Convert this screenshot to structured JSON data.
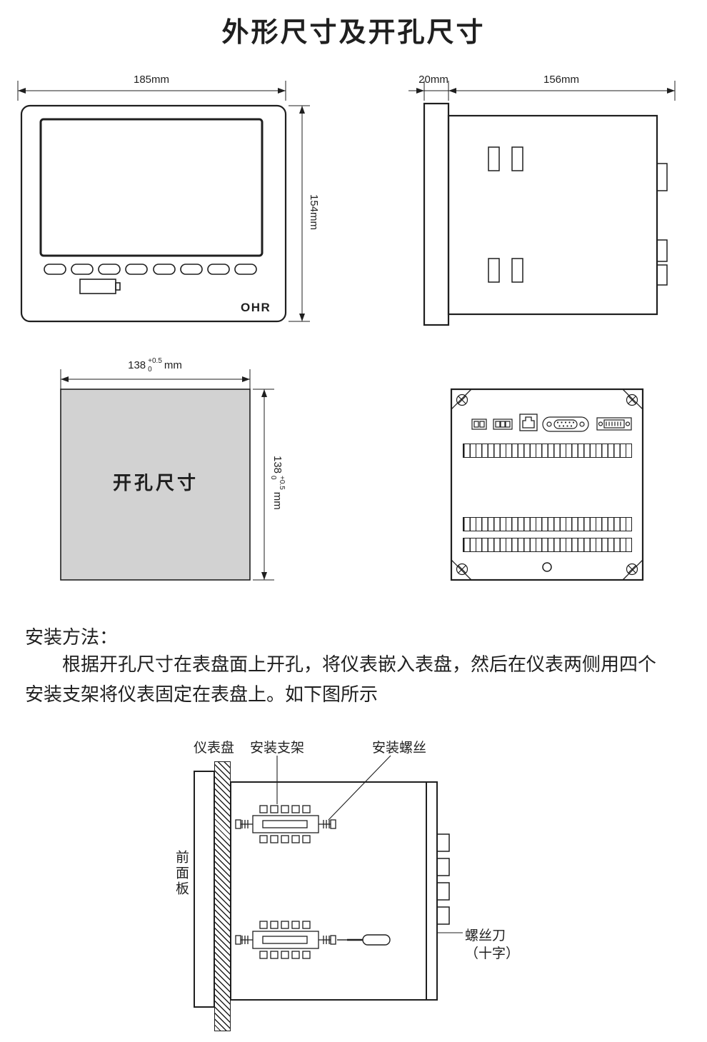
{
  "page": {
    "title": "外形尺寸及开孔尺寸"
  },
  "colors": {
    "line": "#1f1f1f",
    "cutout_fill": "#d2d2d2"
  },
  "front_view": {
    "width_dim": "185mm",
    "height_dim": "154mm",
    "logo": "OHR"
  },
  "side_view": {
    "depth_dim": "20mm",
    "width_dim": "156mm"
  },
  "cutout": {
    "label": "开孔尺寸",
    "width_value": "138",
    "height_value": "138",
    "tol_sup": "+0.5",
    "tol_sub": "0",
    "unit": "mm"
  },
  "install": {
    "heading": "安装方法：",
    "body": "根据开孔尺寸在表盘面上开孔，将仪表嵌入表盘，然后在仪表两侧用四个安装支架将仪表固定在表盘上。如下图所示"
  },
  "diagram": {
    "label_panel": "仪表盘",
    "label_bracket": "安装支架",
    "label_screw": "安装螺丝",
    "label_front_panel": "前面板",
    "label_screwdriver": "螺丝刀",
    "label_screwdriver_type": "（十字）"
  }
}
